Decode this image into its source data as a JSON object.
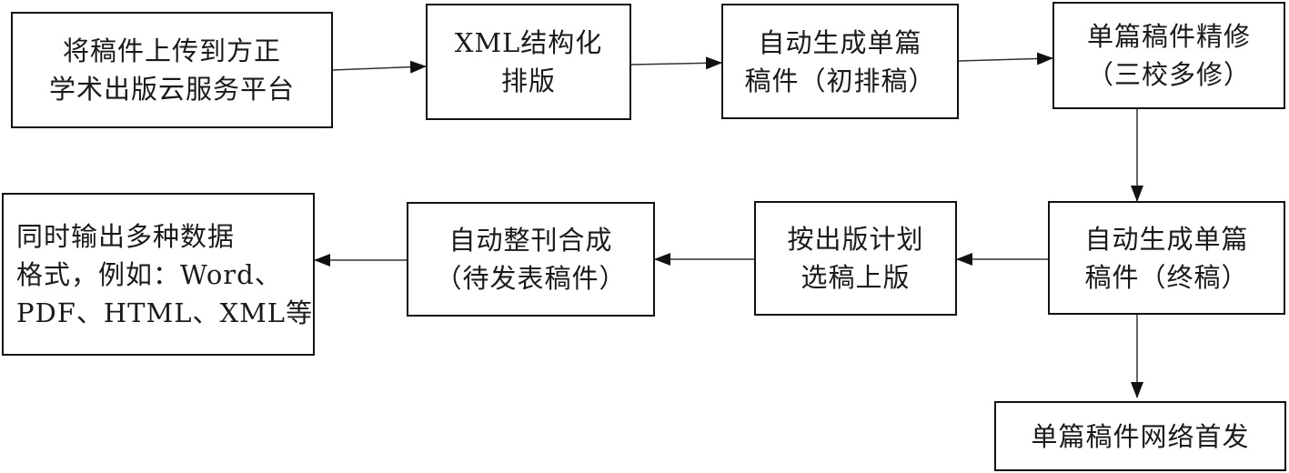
{
  "nodes": {
    "upload": {
      "lines": [
        "将稿件上传到方正",
        "学术出版云服务平台"
      ]
    },
    "xml_typeset": {
      "lines": [
        "XML结构化",
        "排版"
      ]
    },
    "auto_first": {
      "lines": [
        "自动生成单篇",
        "稿件（初排稿）"
      ]
    },
    "refine": {
      "lines": [
        "单篇稿件精修",
        "（三校多修）"
      ]
    },
    "auto_final": {
      "lines": [
        "自动生成单篇",
        "稿件（终稿）"
      ]
    },
    "select": {
      "lines": [
        "按出版计划",
        "选稿上版"
      ]
    },
    "compose": {
      "lines": [
        "自动整刊合成",
        "（待发表稿件）"
      ]
    },
    "output": {
      "lines": [
        "同时输出多种数据",
        "格式，例如：Word、",
        "PDF、HTML、XML等"
      ]
    },
    "online": {
      "lines": [
        "单篇稿件网络首发"
      ]
    }
  }
}
